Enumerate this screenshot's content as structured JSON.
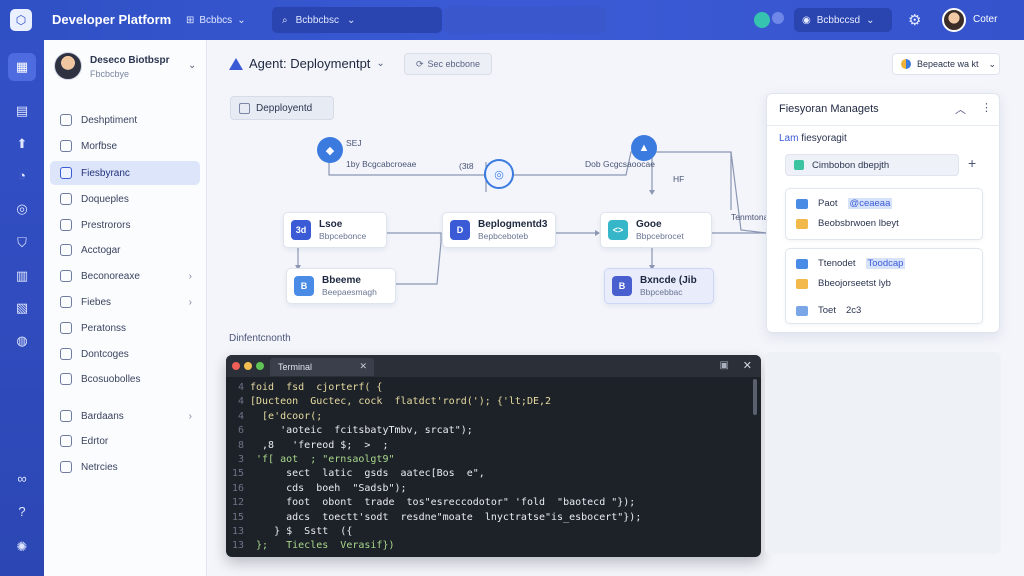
{
  "app": {
    "brand": "Developer Platform",
    "workspace": "Bcbbcs",
    "search_text": "Bcbbcbsc",
    "dashboard_label": "Bcbbccsd",
    "user_name": "Coter"
  },
  "profile": {
    "name": "Deseco Biotbspr",
    "subtitle": "Fbcbcbye"
  },
  "sidebar": {
    "items": [
      {
        "label": "Deshptiment",
        "has_arrow": false
      },
      {
        "label": "Morfbse",
        "has_arrow": false
      },
      {
        "label": "Fiesbyranc",
        "has_arrow": false,
        "active": true
      },
      {
        "label": "Doqueples",
        "has_arrow": false
      },
      {
        "label": "Prestrorors",
        "has_arrow": false
      },
      {
        "label": "Acctogar",
        "has_arrow": false
      },
      {
        "label": "Beconoreaxe",
        "has_arrow": true
      },
      {
        "label": "Fiebes",
        "has_arrow": true
      },
      {
        "label": "Peratonss",
        "has_arrow": false
      },
      {
        "label": "Dontcoges",
        "has_arrow": false
      },
      {
        "label": "Bcosuobolles",
        "has_arrow": false
      },
      {
        "label": "Bardaans",
        "has_arrow": true
      },
      {
        "label": "Edrtor",
        "has_arrow": false
      },
      {
        "label": "Netrcies",
        "has_arrow": false
      }
    ]
  },
  "main": {
    "title": "Agent: Deploymentpt",
    "ghost_button": "Sec ebcbone",
    "top_select": "Bepeacte wa kt",
    "canvas_chip": "Depployentd",
    "section_label": "Dinfentcnonth"
  },
  "flow": {
    "top_left_label": "1by Bcgcabcroeae",
    "top_left_icon_text": "SEJ",
    "top_center_label": "(3t8",
    "top_right_label": "Dob Gcgcsaoocae",
    "top_right_label2": "HF",
    "right_label": "Tenmtonal",
    "nodes": [
      {
        "title": "Lsoe",
        "subtitle": "Bbpcebonce",
        "icon": "3d",
        "color": "#3b5bd6"
      },
      {
        "title": "Beplogmentd3",
        "subtitle": "Bepbceboteb",
        "icon": "D",
        "color": "#3b5bd6"
      },
      {
        "title": "Gooe",
        "subtitle": "Bbpcebrocet",
        "icon": "&lt;&gt;",
        "color": "#36b7c9"
      },
      {
        "title": "Bbeeme",
        "subtitle": "Beepaesmagh",
        "icon": "B",
        "color": "#4a8be6"
      },
      {
        "title": "Bxncde (Jib",
        "subtitle": "Bbpcebbac",
        "icon": "B",
        "color": "#4a5fcf"
      }
    ]
  },
  "terminal": {
    "tab_label": "Terminal",
    "lines": [
      {
        "n": "4",
        "text": "foid  fsd  cjorterf( {",
        "style": "k"
      },
      {
        "n": "4",
        "text": "[Ducteon  Guctec, cock  flatdct'rord('); {'lt;DE,2",
        "style": "k"
      },
      {
        "n": "4",
        "text": "  [e'dcoor(;",
        "style": "k"
      },
      {
        "n": "6",
        "text": "     'aoteic  fcitsbatyTmbv, srcat\");",
        "style": "w"
      },
      {
        "n": "8",
        "text": "  ,8   'fereod $;  >  ;",
        "style": "w"
      },
      {
        "n": "3",
        "text": " 'f[ aot  ; \"ernsaolgt9\"",
        "style": "g"
      },
      {
        "n": "15",
        "text": "      sect  latic  gsds  aatec[Bos  e\",",
        "style": "w"
      },
      {
        "n": "16",
        "text": "      cds  boeh  \"Sadsb\");",
        "style": "w"
      },
      {
        "n": "12",
        "text": "      foot  obont  trade  tos\"esreccodotor\" 'fold  \"baotecd \"});",
        "style": "w"
      },
      {
        "n": "15",
        "text": "      adcs  toectt'sodt  resdne\"moate  lnyctratse\"is_esbocert\"});",
        "style": "w"
      },
      {
        "n": "13",
        "text": "    } $  Sstt  ({",
        "style": "w"
      },
      {
        "n": "13",
        "text": " };   Tiecles  Verasif})",
        "style": "g"
      }
    ]
  },
  "panel": {
    "title": "Fiesyoran Managets",
    "sub_prefix": "Lam",
    "sub_text": "fiesyoragit",
    "row_label": "Cimbobon dbepjth",
    "card1": [
      {
        "label": "Paot",
        "highlight": "@ceaeaa",
        "color": "#4a8be6"
      },
      {
        "label": "Beobsbrwoen lbeyt",
        "highlight": "",
        "color": "#f2b84a"
      }
    ],
    "card2": [
      {
        "label": "Ttenodet",
        "highlight": "Toodcap",
        "color": "#4a8be6"
      },
      {
        "label": "Bbeojorseetst lyb",
        "highlight": "",
        "color": "#f2b84a"
      },
      {
        "label": "Toet",
        "highlight": "",
        "suffix": "2c3",
        "color": "#7aa6e8"
      }
    ]
  },
  "colors": {
    "accent": "#3b5bd6",
    "topbar": "#2f4fc4",
    "terminal_bg": "#1d2128"
  }
}
